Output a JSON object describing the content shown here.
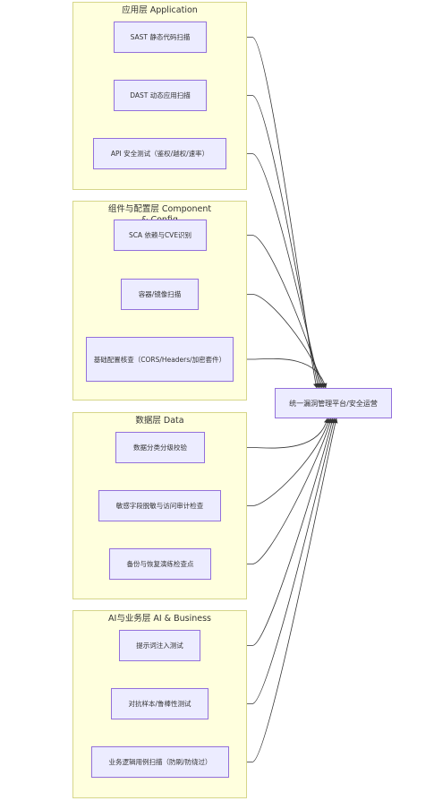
{
  "layers": [
    {
      "title": "应用层 Application",
      "nodes": [
        "SAST 静态代码扫描",
        "DAST 动态应用扫描",
        "API 安全测试（鉴权/越权/速率）"
      ]
    },
    {
      "title": "组件与配置层 Component\n& Config",
      "nodes": [
        "SCA 依赖与CVE识别",
        "容器/镜像扫描",
        "基础配置核查（CORS/Headers/加密套件）"
      ]
    },
    {
      "title": "数据层 Data",
      "nodes": [
        "数据分类分级校验",
        "敏感字段脱敏与访问审计检查",
        "备份与恢复演练检查点"
      ]
    },
    {
      "title": "AI与业务层 AI & Business",
      "nodes": [
        "提示词注入测试",
        "对抗样本/鲁棒性测试",
        "业务逻辑用例扫描（防刷/防绕过）"
      ]
    }
  ],
  "hub": {
    "label": "统一漏洞管理平台/安全运营"
  },
  "colors": {
    "layer_fill": "#ffffde",
    "layer_border": "#d6d68a",
    "node_fill": "#ececff",
    "node_border": "#9370db",
    "edge": "#333333"
  }
}
